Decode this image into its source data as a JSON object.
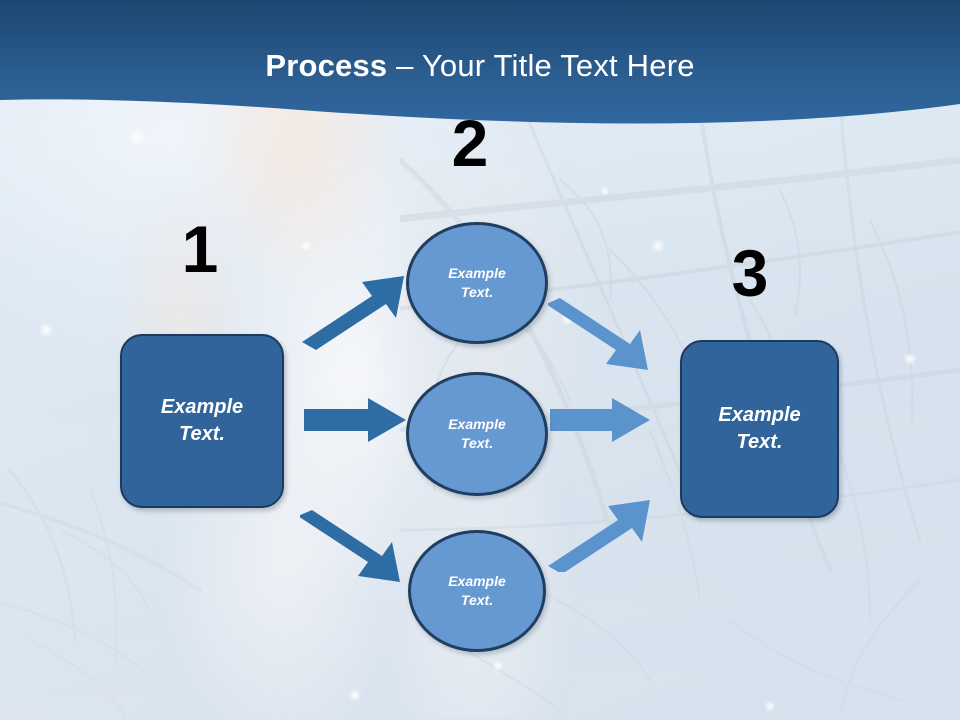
{
  "slide": {
    "title_bold": "Process",
    "title_rest": " – Your Title Text Here",
    "background_desc": "faded winter photo of a person with bare tree branches"
  },
  "colors": {
    "header_top": "#1F4E79",
    "header_bottom": "#2E6196",
    "box_fill": "#31649B",
    "box_border": "#1B3A5C",
    "circle_fill": "#6699D2",
    "circle_border": "#1F3E60",
    "arrow_dark": "#2E6DA4",
    "arrow_light": "#5B93CC",
    "number_color": "#000000",
    "label_color": "#FFFFFF"
  },
  "steps": [
    {
      "number": "1",
      "name": "step-one"
    },
    {
      "number": "2",
      "name": "step-two"
    },
    {
      "number": "3",
      "name": "step-three"
    }
  ],
  "nodes": {
    "start_box": {
      "label": "Example\nText."
    },
    "branch_top": {
      "label": "Example\nText."
    },
    "branch_middle": {
      "label": "Example\nText."
    },
    "branch_bottom": {
      "label": "Example\nText."
    },
    "end_box": {
      "label": "Example\nText."
    }
  },
  "arrows": [
    {
      "name": "arrow-start-to-top",
      "direction": "up-right",
      "color": "#2E6DA4"
    },
    {
      "name": "arrow-start-to-middle",
      "direction": "right",
      "color": "#2E6DA4"
    },
    {
      "name": "arrow-start-to-bottom",
      "direction": "down-right",
      "color": "#2E6DA4"
    },
    {
      "name": "arrow-top-to-end",
      "direction": "down-right",
      "color": "#5B93CC"
    },
    {
      "name": "arrow-middle-to-end",
      "direction": "right",
      "color": "#5B93CC"
    },
    {
      "name": "arrow-bottom-to-end",
      "direction": "up-right",
      "color": "#5B93CC"
    }
  ]
}
